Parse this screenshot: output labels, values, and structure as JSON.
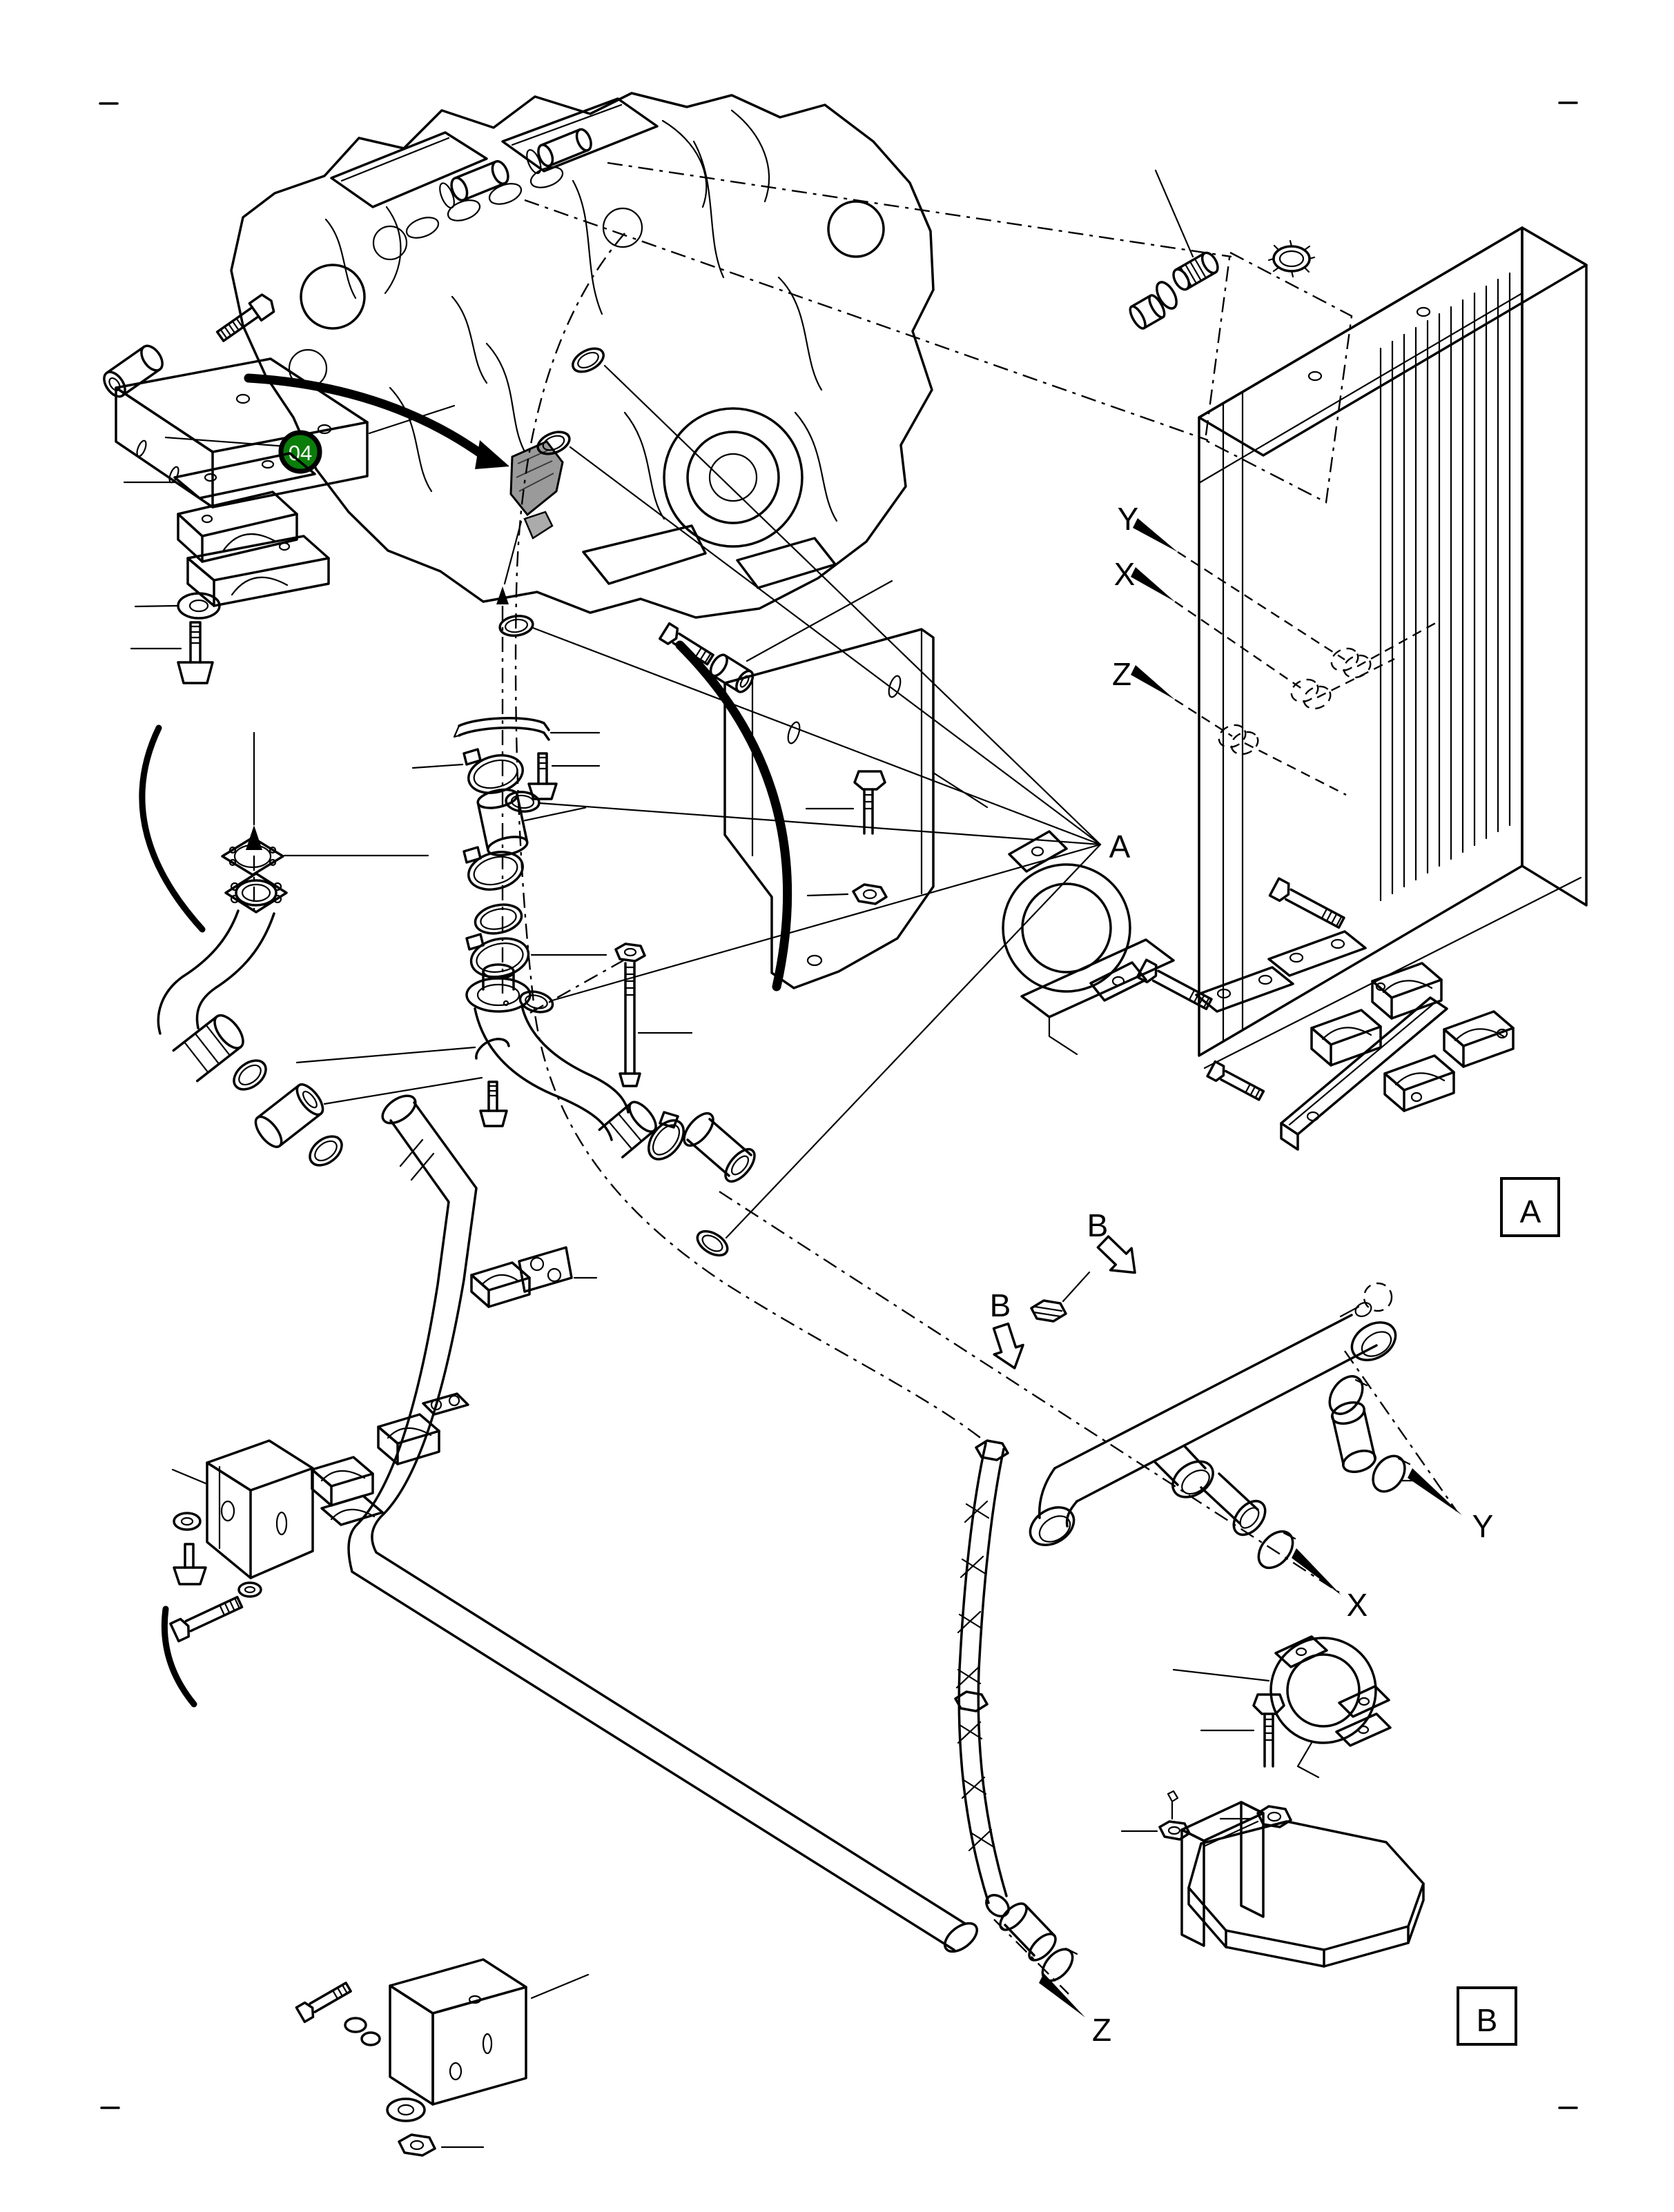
{
  "diagram": {
    "badge": {
      "label": "04"
    },
    "labels": {
      "upper_y": "Y",
      "upper_x": "X",
      "upper_z": "Z",
      "hose_group": "A",
      "b_arrow_top": "B",
      "b_arrow_left": "B",
      "lower_y": "Y",
      "lower_x": "X",
      "lower_z": "Z",
      "detail_a": "A",
      "detail_b": "B"
    },
    "colors": {
      "line": "#000000",
      "background": "#ffffff",
      "badge_fill": "#0a7d0a",
      "badge_text": "#ffffff",
      "highlight_gray": "#9a9a9a"
    }
  }
}
